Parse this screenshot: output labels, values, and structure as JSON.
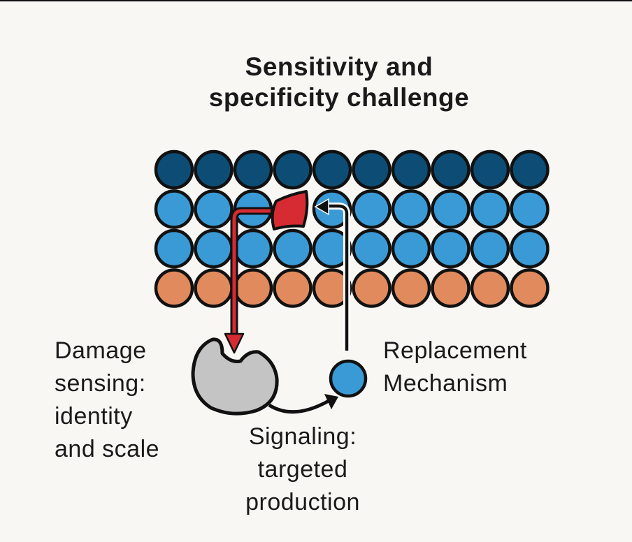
{
  "title": {
    "line1": "Sensitivity and",
    "line2": "specificity challenge"
  },
  "grid": {
    "rows": 4,
    "cols": 10,
    "row_colors": [
      "#0d4d75",
      "#3a9ad6",
      "#3a9ad6",
      "#e08a5e"
    ],
    "damaged_cell": {
      "row": 1,
      "col": 3,
      "color": "#d62b32"
    }
  },
  "labels": {
    "damage": [
      "Damage",
      "sensing:",
      "identity",
      "and scale"
    ],
    "replacement": [
      "Replacement",
      "Mechanism"
    ],
    "signaling": [
      "Signaling:",
      "targeted",
      "production"
    ]
  },
  "colors": {
    "sensing_arrow": "#d62b32",
    "replacement_arrow": "#111111",
    "sensor_fill": "#c4c4c4",
    "replacement_cell": "#3a9ad6"
  }
}
